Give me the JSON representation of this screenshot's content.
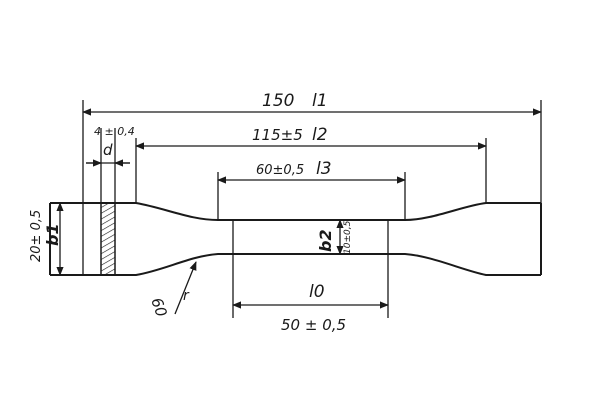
{
  "drawing": {
    "dimensions": {
      "overall_length": {
        "value": "150",
        "symbol": "l1"
      },
      "shoulder_length": {
        "value": "115±5",
        "symbol": "l2"
      },
      "parallel_length": {
        "value": "60±0,5",
        "symbol": "l3"
      },
      "gauge_length": {
        "value": "50 ± 0,5",
        "symbol": "l0"
      },
      "grip_width": {
        "value": "20± 0,5",
        "symbol": "b1"
      },
      "gauge_width": {
        "value": "10±0,5",
        "symbol": "b2"
      },
      "thickness": {
        "value": "4 ± 0,4",
        "symbol": "d"
      },
      "radius": {
        "value": "60",
        "symbol": "r"
      }
    }
  }
}
